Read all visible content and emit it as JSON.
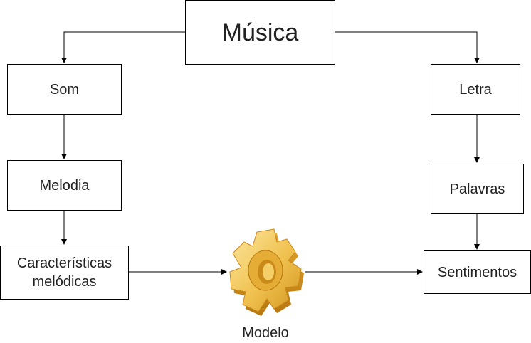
{
  "diagram": {
    "root": "Música",
    "left_branch": {
      "level1": "Som",
      "level2": "Melodia",
      "level3_line1": "Características",
      "level3_line2": "melódicas"
    },
    "right_branch": {
      "level1": "Letra",
      "level2": "Palavras",
      "level3": "Sentimentos"
    },
    "model": {
      "label": "Modelo",
      "icon": "gear-icon"
    }
  },
  "colors": {
    "stroke": "#000000",
    "text": "#222222",
    "gear_light": "#f7d77a",
    "gear_mid": "#e9b43c",
    "gear_dark": "#c98a1a"
  }
}
